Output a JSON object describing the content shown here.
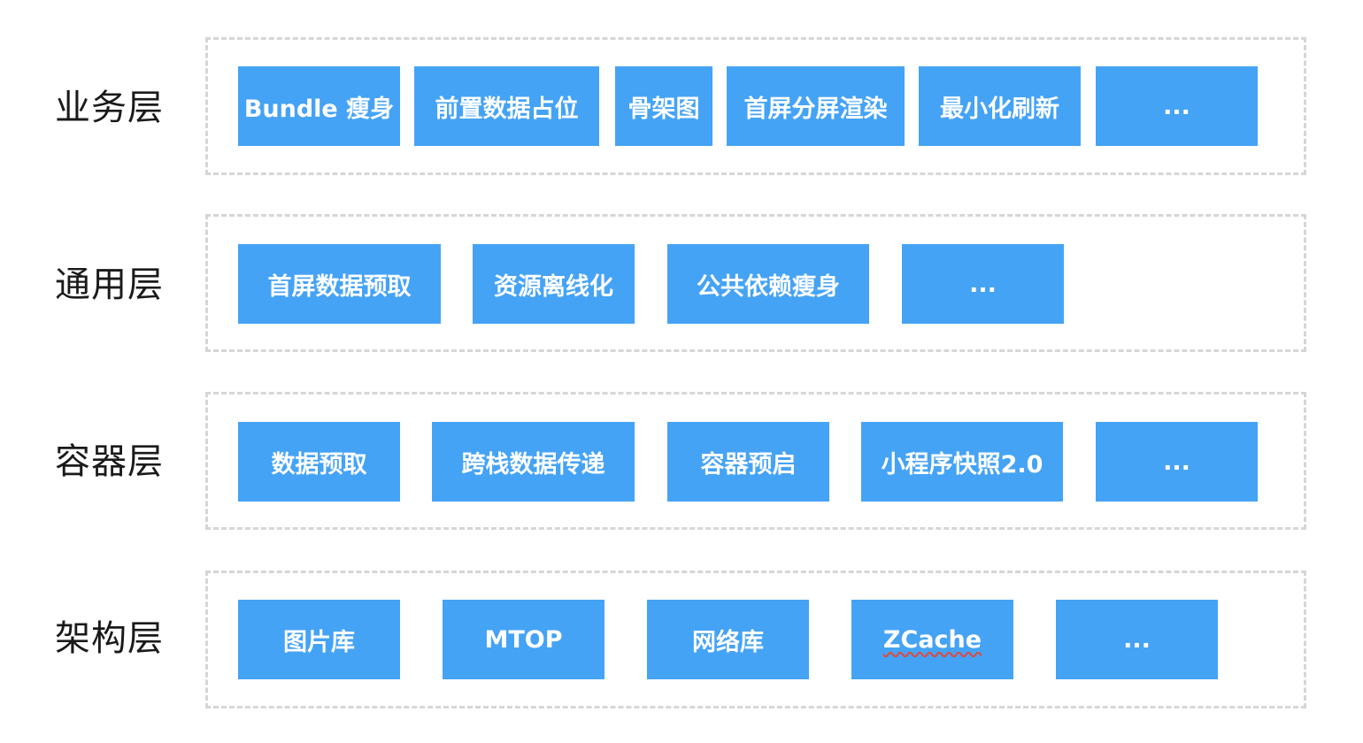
{
  "layers": [
    {
      "label": "业务层",
      "items": [
        "Bundle 瘦身",
        "前置数据占位",
        "骨架图",
        "首屏分屏渲染",
        "最小化刷新",
        "..."
      ]
    },
    {
      "label": "通用层",
      "items": [
        "首屏数据预取",
        "资源离线化",
        "公共依赖瘦身",
        "..."
      ]
    },
    {
      "label": "容器层",
      "items": [
        "数据预取",
        "跨栈数据传递",
        "容器预启",
        "小程序快照2.0",
        "..."
      ]
    },
    {
      "label": "架构层",
      "items": [
        "图片库",
        "MTOP",
        "网络库",
        "ZCache",
        "..."
      ]
    }
  ],
  "colors": {
    "box_fill": "#45a3f5",
    "box_text": "#ffffff",
    "frame_dash": "#d6d6d6",
    "label_text": "#1a1a1a"
  }
}
